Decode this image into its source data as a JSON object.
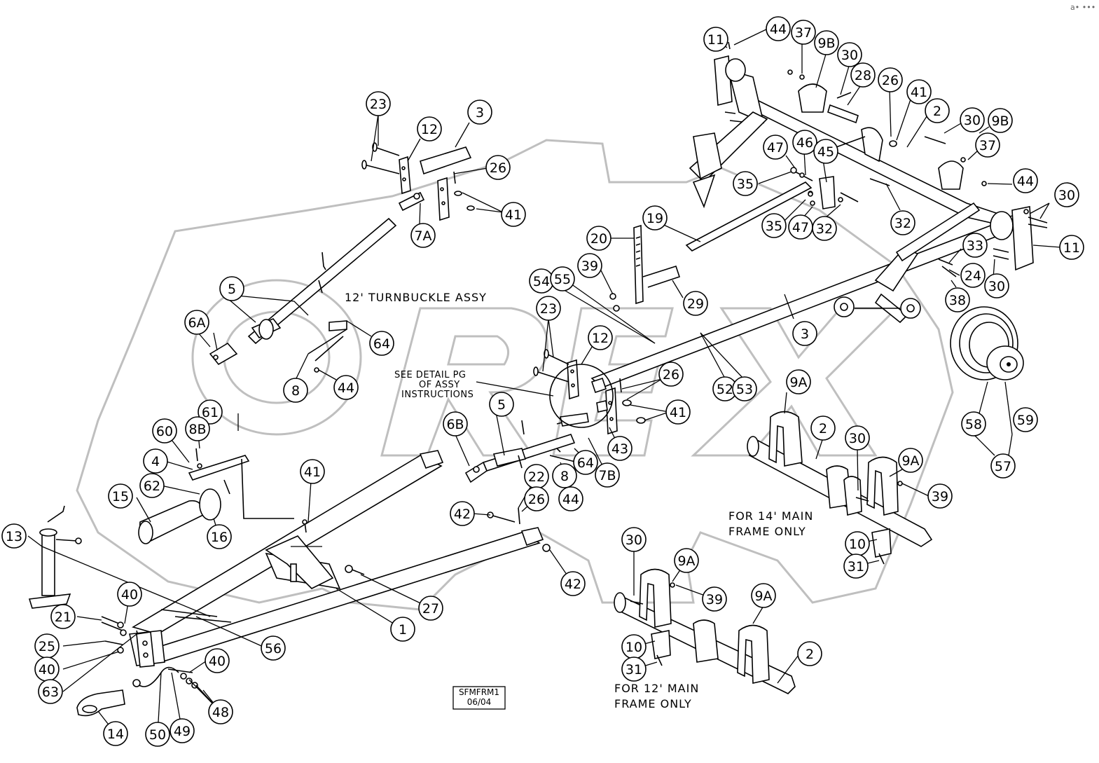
{
  "watermark": "OREX",
  "corner_mark": "a• ••• ",
  "labels": {
    "turnbuckle": "12' TURNBUCKLE ASSY",
    "detail_line1": "SEE DETAIL PG",
    "detail_line2": "OF ASSY",
    "detail_line3": "INSTRUCTIONS",
    "frame14_line1": "FOR 14' MAIN",
    "frame14_line2": "FRAME ONLY",
    "frame12_line1": "FOR 12' MAIN",
    "frame12_line2": "FRAME ONLY",
    "drawing_id_line1": "SFMFRM1",
    "drawing_id_line2": "06/04"
  },
  "callouts": [
    "11",
    "44",
    "37",
    "9B",
    "30",
    "28",
    "26",
    "41",
    "2",
    "30",
    "9B",
    "37",
    "23",
    "12",
    "3",
    "26",
    "41",
    "7A",
    "47",
    "46",
    "45",
    "35",
    "35",
    "47",
    "32",
    "32",
    "44",
    "30",
    "11",
    "19",
    "20",
    "39",
    "29",
    "33",
    "24",
    "38",
    "30",
    "54",
    "55",
    "3",
    "23",
    "12",
    "5",
    "6A",
    "64",
    "8",
    "44",
    "26",
    "41",
    "52",
    "53",
    "9A",
    "2",
    "30",
    "9A",
    "39",
    "59",
    "58",
    "57",
    "6B",
    "5",
    "64",
    "8",
    "44",
    "43",
    "7B",
    "61",
    "8B",
    "60",
    "4",
    "62",
    "15",
    "16",
    "41",
    "22",
    "42",
    "26",
    "42",
    "13",
    "27",
    "10",
    "31",
    "9A",
    "30",
    "39",
    "1",
    "21",
    "40",
    "25",
    "40",
    "56",
    "40",
    "48",
    "63",
    "14",
    "50",
    "49",
    "10",
    "31",
    "9A",
    "2"
  ]
}
